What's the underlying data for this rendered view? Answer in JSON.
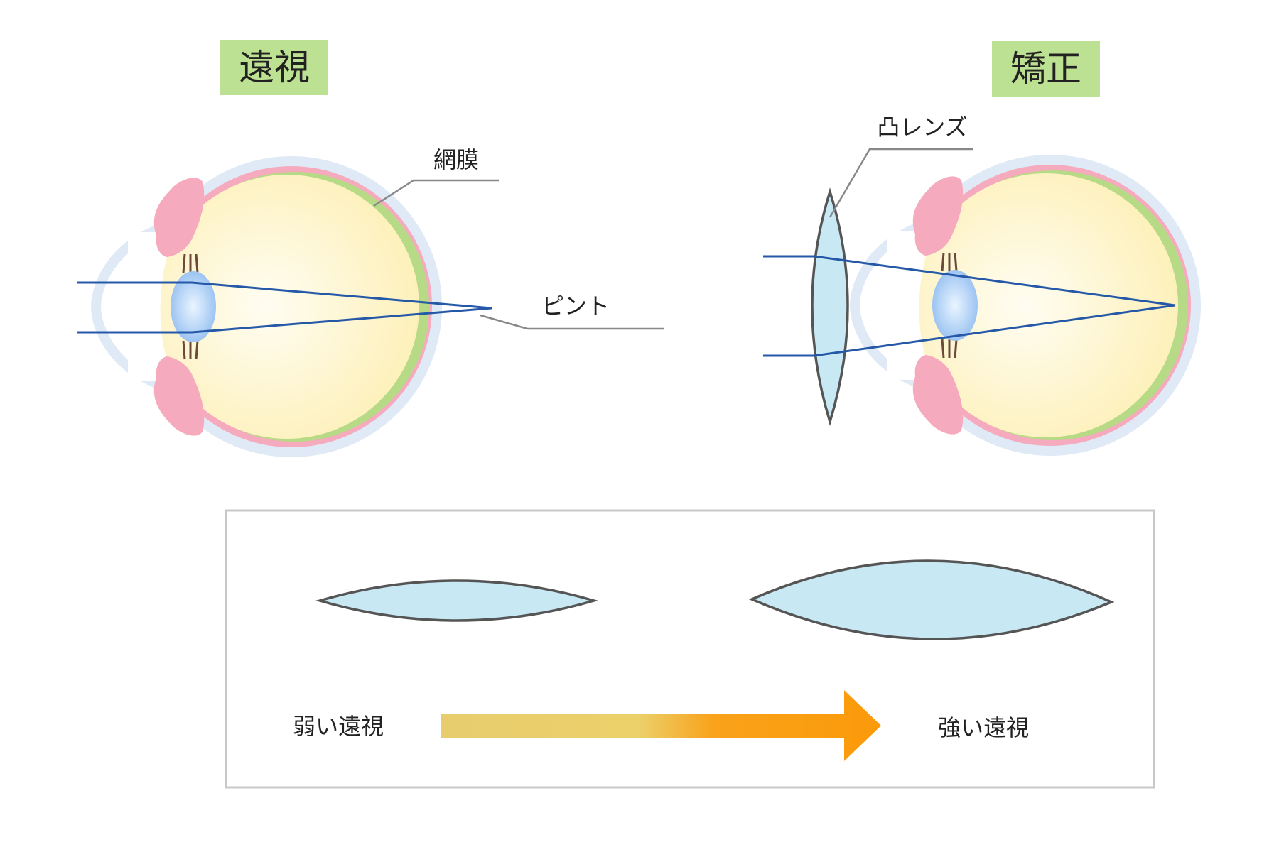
{
  "titles": {
    "left": "遠視",
    "right": "矯正"
  },
  "labels": {
    "retina": "網膜",
    "focus": "ピント",
    "convex_lens": "凸レンズ",
    "weak": "弱い遠視",
    "strong": "強い遠視"
  },
  "colors": {
    "tag_fill": "#bde192",
    "sclera": "#dfeaf6",
    "retina_pink": "#f6aabd",
    "retina_green": "#b6da86",
    "vitreous": "#fdf2c0",
    "eye_lens": "#9fc6f3",
    "ray": "#2559a8",
    "lens_fill": "#c8e8f4",
    "lens_stroke": "#555555",
    "leader": "#888888",
    "box_border": "#c8c8c8",
    "arrow_start": "#e8cd6e",
    "arrow_end": "#fb9a0a"
  }
}
